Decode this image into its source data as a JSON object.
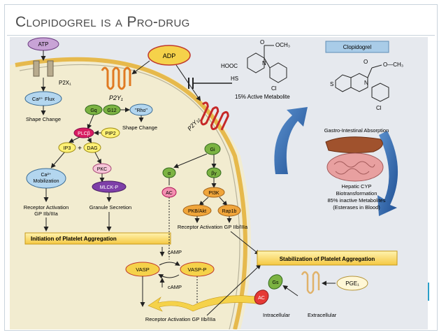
{
  "slide": {
    "title": "Clopidogrel is a Pro-drug"
  },
  "colors": {
    "background": "#e6e9ee",
    "cell_fill": "#f2ecd0",
    "accent_orange": "#f0a53a",
    "accent_yellow": "#ffe78a",
    "accent_blue": "#2f6fb4",
    "slide_border": "#c9d3dc"
  },
  "diagram": {
    "nodes": {
      "atp": "ATP",
      "adp": "ADP",
      "clopidogrel": "Clopidogrel",
      "p2x1": "P2X₁",
      "ca_flux": "Ca²⁺ Flux",
      "shape_change_left": "Shape Change",
      "gq": "Gq",
      "g12": "G12",
      "rho": "\"Rho\"",
      "shape_change_mid": "Shape Change",
      "plcb": "PLCβ",
      "pip2": "PIP2",
      "ip3": "IP3",
      "plus": "+",
      "dag": "DAG",
      "ca_mobilization_1": "Ca²⁺",
      "ca_mobilization_2": "Mobilization",
      "pkc": "PKC",
      "mlck_p": "MLCK-P",
      "receptor_activation_left_1": "Receptor Activation",
      "receptor_activation_left_2": "GP IIb/IIIa",
      "granule_secretion": "Granule Secretion",
      "initiation": "Initiation of Platelet Aggregation",
      "p2y1": "P2Y₁",
      "p2y12": "P2Y₁₂",
      "gi": "Gi",
      "alpha": "α",
      "beta_gamma": "βγ",
      "ac": "AC",
      "pi3k": "PI3K",
      "pkb_akt": "PKB/Akt",
      "rap1b": "Rap1b",
      "receptor_activation_mid": "Receptor Activation GP IIb/IIIa",
      "camp_down": "cAMP",
      "camp_up": "cAMP",
      "vasp": "VASP",
      "vasp_p": "VASP-P",
      "receptor_activation_bottom": "Receptor Activation GP IIb/IIIa",
      "stabilization": "Stabilization of Platelet Aggregation",
      "gs": "Gs",
      "ac_bottom": "AC",
      "pge1": "PGE₁",
      "intracellular": "Intracellular",
      "extracellular": "Extracellular",
      "active_metabolite": "15% Active Metabolite",
      "hooc": "HOOC",
      "hs": "HS",
      "cl_left": "Cl",
      "n_left": "N",
      "o_left": "O",
      "och3_left": "OCH₃",
      "cl_right": "Cl",
      "n_right": "N",
      "s_right": "S",
      "o_right": "O",
      "ch3_right": "O—CH₃",
      "gi_absorption": "Gastro-Intestinal Absorption",
      "hepatic_1": "Hepatic CYP",
      "hepatic_2": "Biotransformation",
      "hepatic_3": "85% inactive Metabolites",
      "hepatic_4": "(Esterases in Blood)"
    }
  }
}
